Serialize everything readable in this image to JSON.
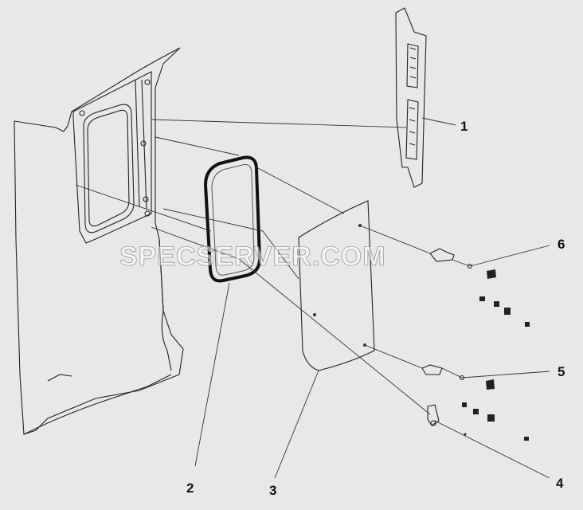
{
  "watermark": "SPECSERVER.COM",
  "callouts": {
    "c1": "1",
    "c2": "2",
    "c3": "3",
    "c4": "4",
    "c5": "5",
    "c6": "6"
  }
}
